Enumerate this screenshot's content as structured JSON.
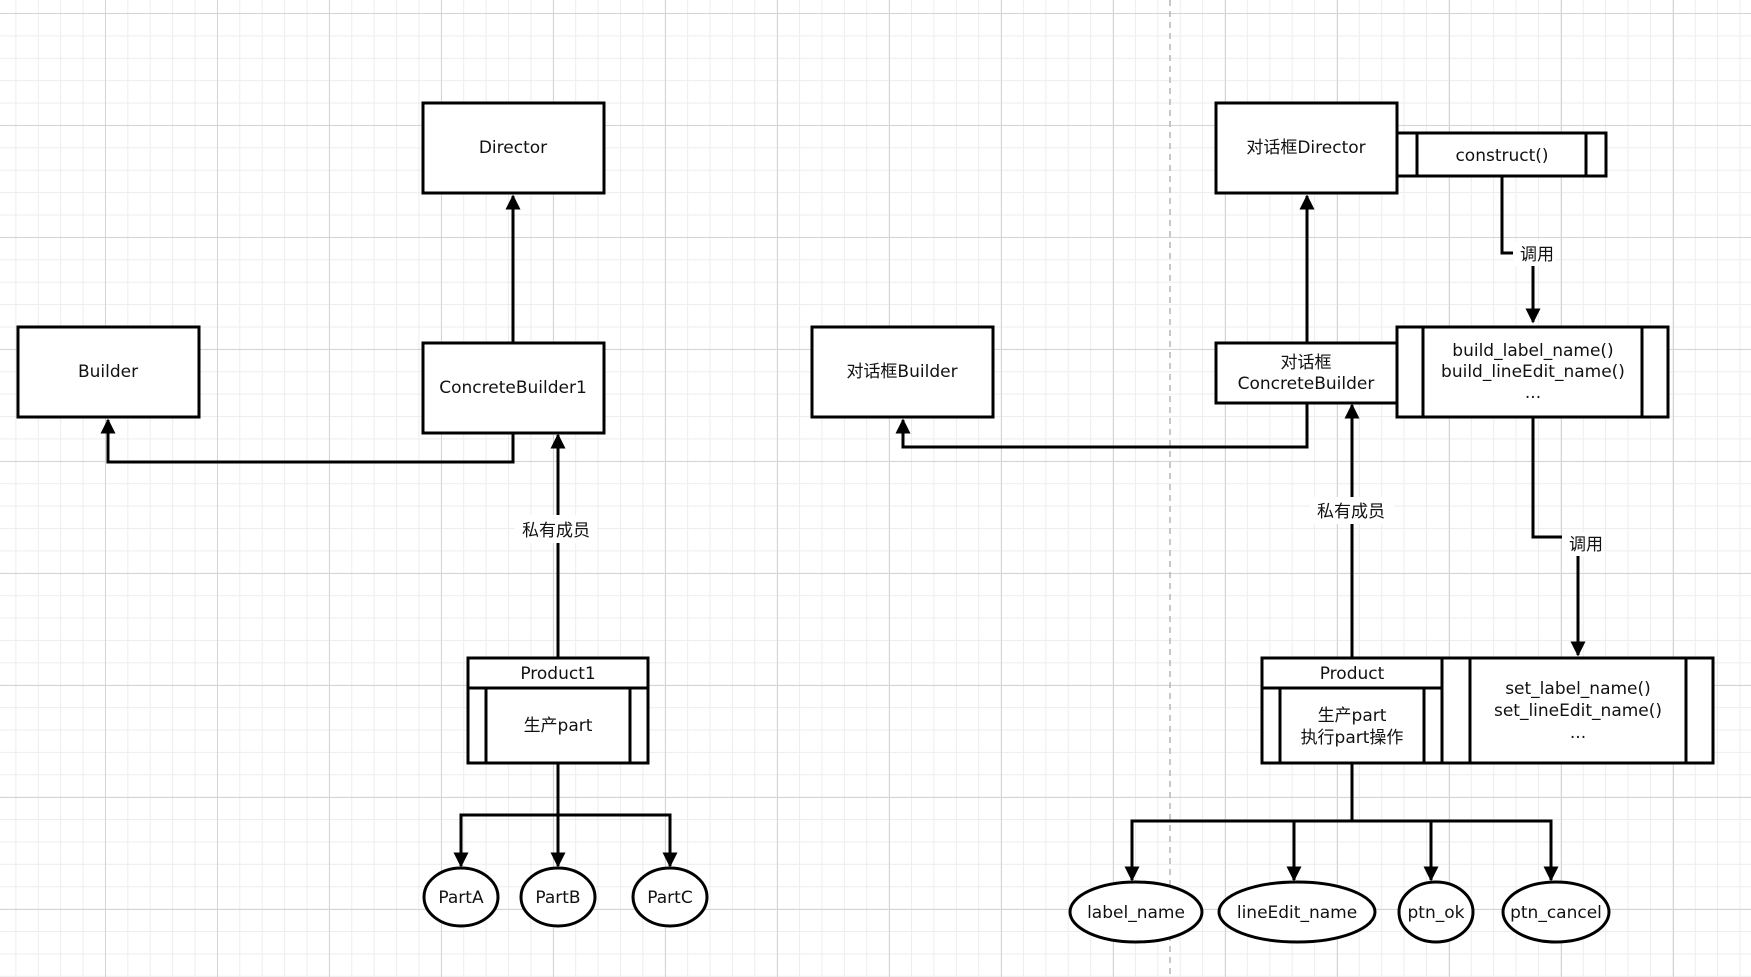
{
  "colors": {
    "stroke": "#000000",
    "background": "#ffffff",
    "grid": "#d4d4d4"
  },
  "left": {
    "director": "Director",
    "builder": "Builder",
    "concrete_builder": "ConcreteBuilder1",
    "product_title": "Product1",
    "product_body": "生产part",
    "private_member_label": "私有成员",
    "parts": [
      "PartA",
      "PartB",
      "PartC"
    ]
  },
  "right": {
    "director": "对话框Director",
    "construct": "construct()",
    "call_label_1": "调用",
    "builder": "对话框Builder",
    "concrete_builder_line1": "对话框",
    "concrete_builder_line2": "ConcreteBuilder",
    "build_methods": [
      "build_label_name()",
      "build_lineEdit_name()",
      "..."
    ],
    "private_member_label": "私有成员",
    "call_label_2": "调用",
    "product_title": "Product",
    "product_body_line1": "生产part",
    "product_body_line2": "执行part操作",
    "set_methods": [
      "set_label_name()",
      "set_lineEdit_name()",
      "..."
    ],
    "parts": [
      "label_name",
      "lineEdit_name",
      "ptn_ok",
      "ptn_cancel"
    ]
  }
}
